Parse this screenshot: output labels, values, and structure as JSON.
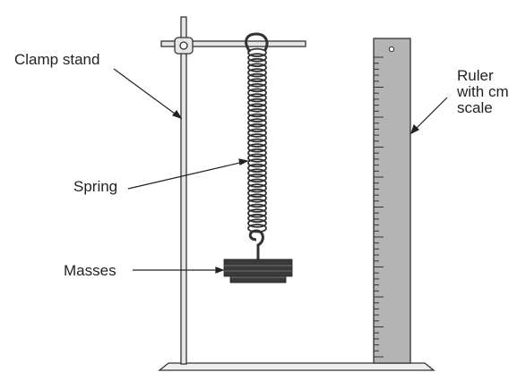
{
  "labels": {
    "clamp_stand": "Clamp stand",
    "spring": "Spring",
    "masses": "Masses",
    "ruler_lines": [
      "Ruler",
      "with cm",
      "scale"
    ]
  },
  "colors": {
    "stroke": "#333333",
    "ruler_fill": "#b4b4b4",
    "mass_fill": "#3a3a3a",
    "stand_fill": "#e6e6e6",
    "base_fill": "#f0f0f0"
  }
}
